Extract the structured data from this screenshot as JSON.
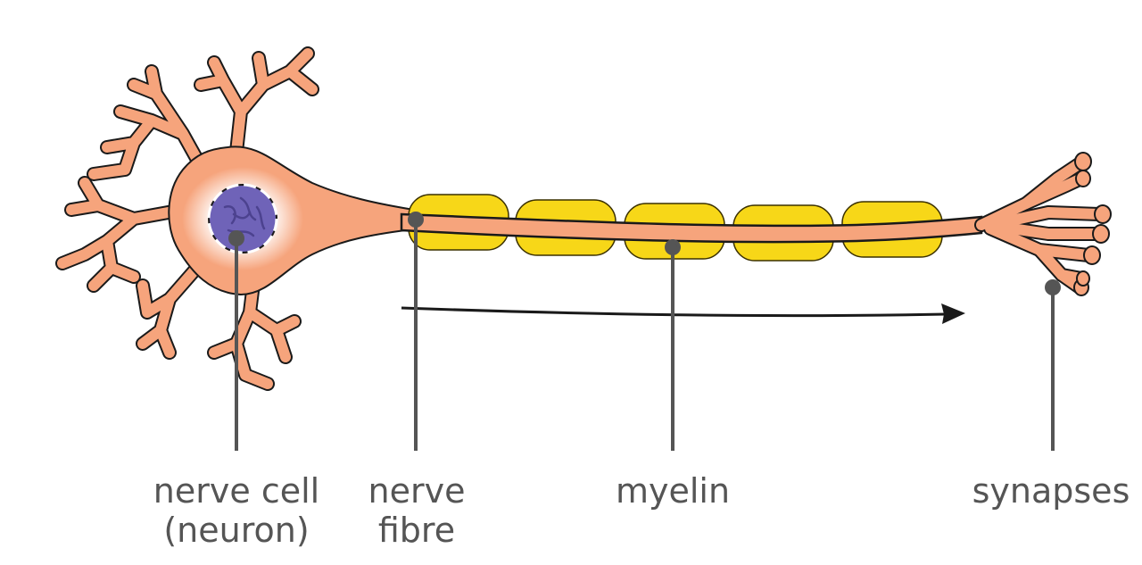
{
  "colors": {
    "neuron_fill": "#F6A47C",
    "neuron_stroke": "#1A1A1A",
    "myelin_fill": "#F7D718",
    "nucleus_fill": "#6F63B8",
    "leader_line": "#555555",
    "label_text": "#555555",
    "arrow": "#1A1A1A"
  },
  "labels": {
    "nerve_cell": {
      "line1": "nerve cell",
      "line2": "(neuron)"
    },
    "nerve_fibre": {
      "line1": "nerve",
      "line2": "fibre"
    },
    "myelin": {
      "line1": "myelin"
    },
    "synapses": {
      "line1": "synapses"
    }
  },
  "icons": {
    "signal_direction": "arrow-right-icon"
  }
}
